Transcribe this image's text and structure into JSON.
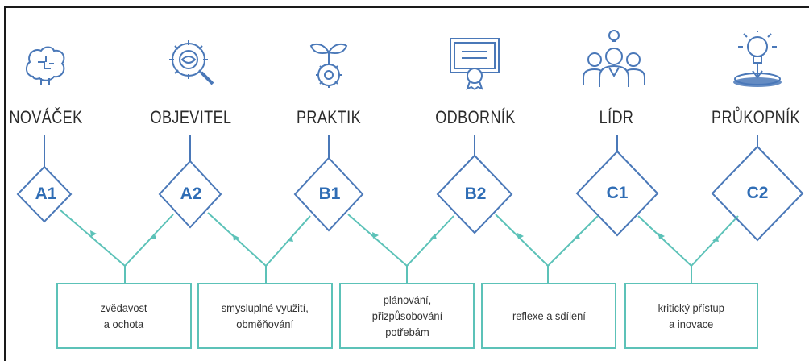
{
  "stages": [
    {
      "title": "NOVÁČEK",
      "code": "A1",
      "icon": "brain-icon"
    },
    {
      "title": "OBJEVITEL",
      "code": "A2",
      "icon": "gear-magnifier-icon"
    },
    {
      "title": "PRAKTIK",
      "code": "B1",
      "icon": "plant-gear-icon"
    },
    {
      "title": "ODBORNÍK",
      "code": "B2",
      "icon": "certificate-icon"
    },
    {
      "title": "LÍDR",
      "code": "C1",
      "icon": "team-idea-icon"
    },
    {
      "title": "PRŮKOPNÍK",
      "code": "C2",
      "icon": "lightbulb-launch-icon"
    }
  ],
  "transitions": [
    {
      "label": "zvědavost\na ochota"
    },
    {
      "label": "smysluplné využití,\nobměňování"
    },
    {
      "label": "plánování,\npřizpůsobování\npotřebám"
    },
    {
      "label": "reflexe a sdílení"
    },
    {
      "label": "kritický přístup\na inovace"
    }
  ],
  "colors": {
    "diamond": "#4a78b8",
    "connector": "#5cc2b8",
    "icon": "#4a78b8",
    "title": "#2b2b2b",
    "code": "#2f6db5"
  }
}
